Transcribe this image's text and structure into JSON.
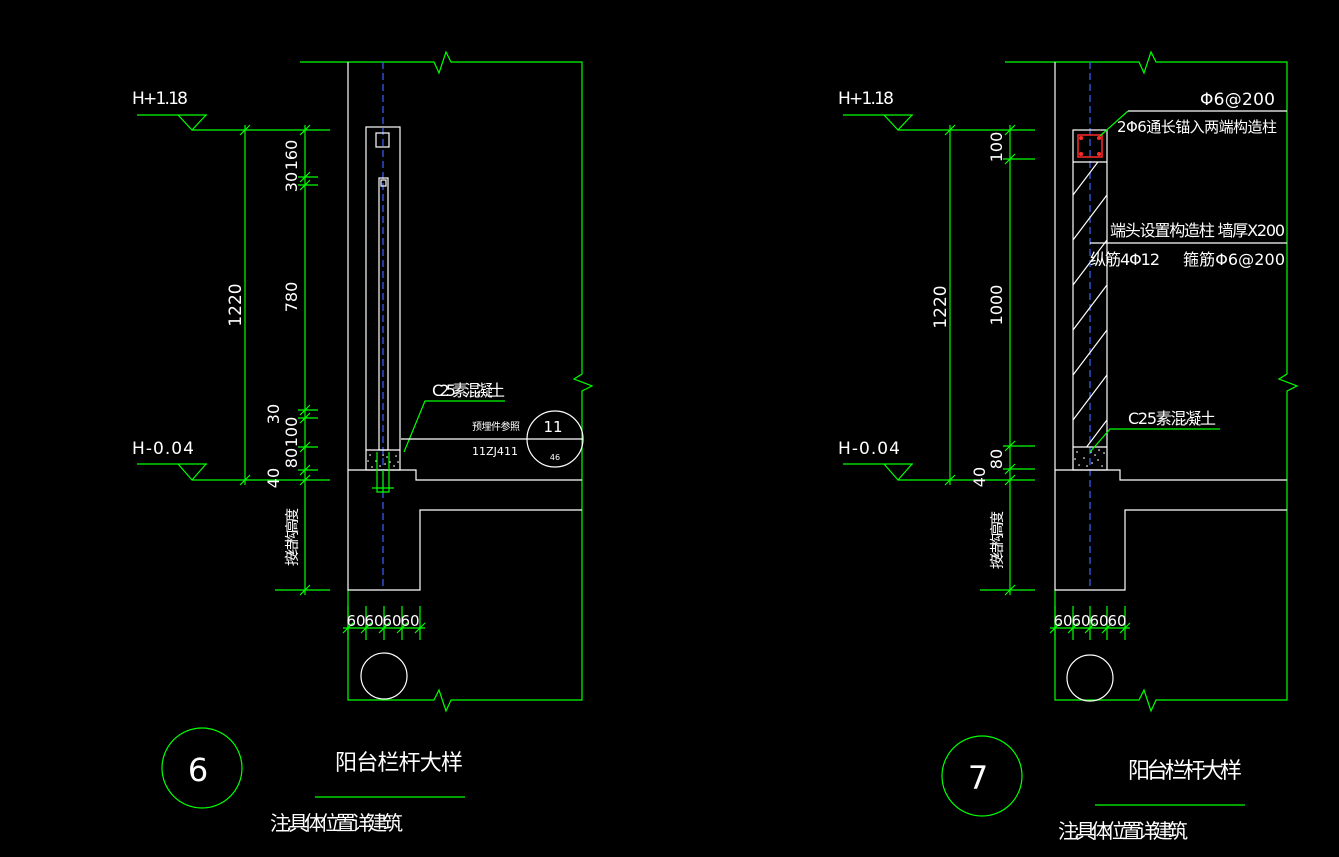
{
  "colors": {
    "background": "#000000",
    "outline": "#00ff00",
    "geometry": "#ffffff",
    "centerline": "#3a62ff",
    "rebar": "#ff2a2a"
  },
  "details": [
    {
      "number": "6",
      "title": "阳台栏杆大样",
      "note": "注:具体位置详建筑",
      "level_top": "H+1.18",
      "level_bottom": "H-0.04",
      "total_height": "1220",
      "segments": [
        "160",
        "30",
        "780",
        "30",
        "100",
        "80",
        "40"
      ],
      "below_slab": "按结构高度",
      "widths": [
        "60",
        "60",
        "60",
        "60"
      ],
      "concrete": "C25素混凝土",
      "embed_note": "预埋件参照",
      "embed_atlas": "11ZJ411",
      "index_upper": "11",
      "index_lower": "46"
    },
    {
      "number": "7",
      "title": "阳台栏杆大样",
      "note": "注:具体位置详建筑",
      "level_top": "H+1.18",
      "level_bottom": "H-0.04",
      "total_height": "1220",
      "segments": [
        "100",
        "1000",
        "80",
        "40"
      ],
      "below_slab": "按结构高度",
      "widths": [
        "60",
        "60",
        "60",
        "60"
      ],
      "concrete": "C25素混凝土",
      "stirrup_spacing": "Φ6@200",
      "through_bars": "2Φ6通长锚入两端构造柱",
      "end_column": "端头设置构造柱 墙厚X200",
      "longitudinal": "纵筋4Φ12",
      "stirrups": "箍筋Φ6@200"
    }
  ]
}
